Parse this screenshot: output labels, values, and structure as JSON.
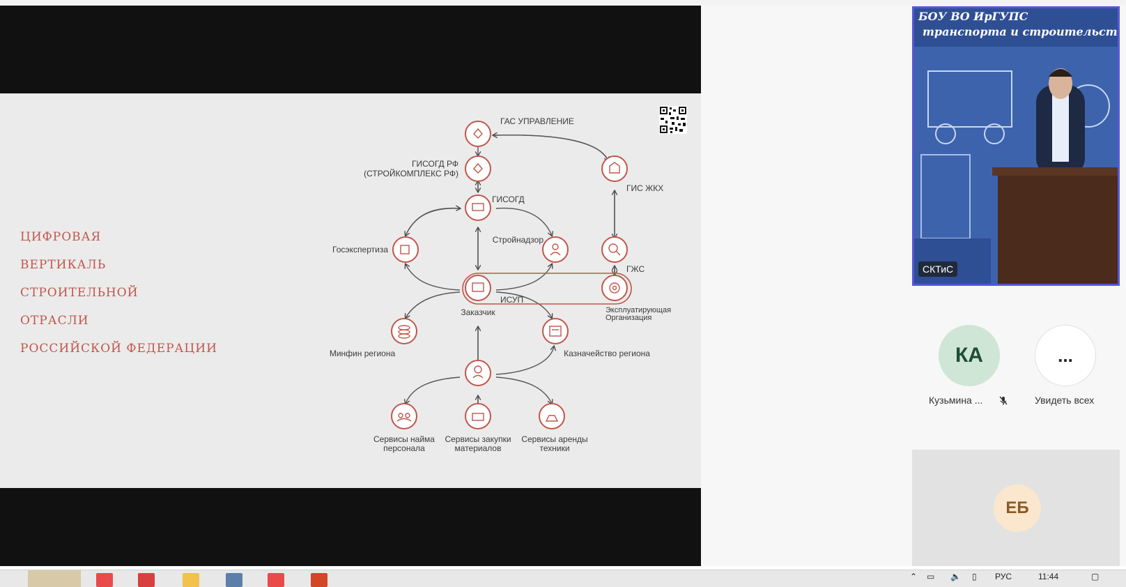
{
  "slide": {
    "title_lines": [
      "ЦИФРОВАЯ",
      "ВЕРТИКАЛЬ",
      "СТРОИТЕЛЬНОЙ",
      "ОТРАСЛИ",
      "РОССИЙСКОЙ  ФЕДЕРАЦИИ"
    ],
    "labels": {
      "gas": "ГАС УПРАВЛЕНИЕ",
      "gisogd_rf_1": "ГИСОГД РФ",
      "gisogd_rf_2": "(СТРОЙКОМПЛЕКС РФ)",
      "gis_zhkh": "ГИС ЖКХ",
      "gisogd": "ГИСОГД",
      "gosexpert": "Госэкспертиза",
      "stroinadzor": "Стройнадзор",
      "gzhs": "ГЖС",
      "isup": "ИСУП",
      "zakazchik": "Заказчик",
      "ekspl_1": "Эксплуатирующая",
      "ekspl_2": "Организация",
      "minfin": "Минфин региона",
      "kazna": "Казначейство региона",
      "naim_1": "Сервисы найма",
      "naim_2": "персонала",
      "zakupki_1": "Сервисы закупки",
      "zakupki_2": "материалов",
      "arenda_1": "Сервисы аренды",
      "arenda_2": "техники"
    }
  },
  "video": {
    "banner_line1": "БОУ ВО ИрГУПС",
    "banner_line2": "транспорта и строительств",
    "participant_name": "СКТиС"
  },
  "participants": [
    {
      "initials": "КА",
      "name": "Кузьмина ..."
    },
    {
      "initials": "...",
      "name": "Увидеть всех"
    }
  ],
  "tile_participant": {
    "initials": "ЕБ"
  },
  "taskbar": {
    "lang": "РУС",
    "time": "11:44"
  },
  "colors": {
    "accent_red": "#c0564b",
    "highlight_border": "#5457d6",
    "ka_bg": "#cfe5d6"
  }
}
